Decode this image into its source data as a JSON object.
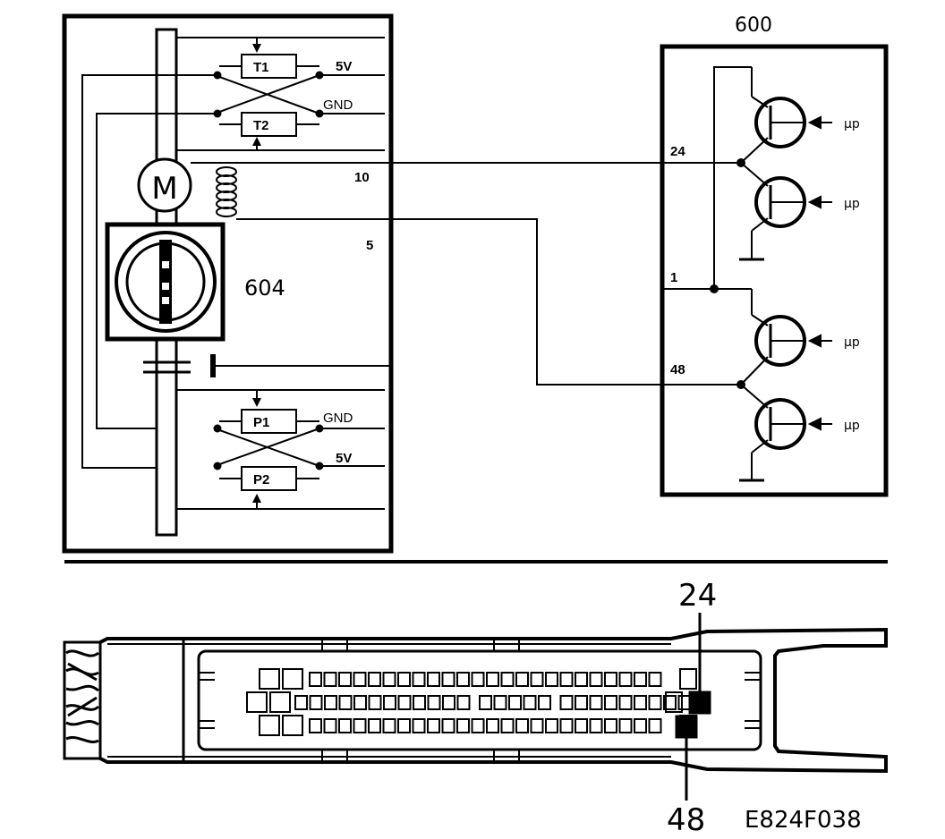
{
  "sensor_box": {
    "label": "604",
    "motor_letter": "M",
    "pin_a": "10",
    "pin_b": "5",
    "t1": "T1",
    "t2": "T2",
    "p1": "P1",
    "p2": "P2",
    "v5_top": "5V",
    "gnd_top": "GND",
    "gnd_bottom": "GND",
    "v5_bottom": "5V"
  },
  "ecu_box": {
    "label": "600",
    "pin_24": "24",
    "pin_1": "1",
    "pin_48": "48",
    "mu_labels": [
      "µp",
      "µp",
      "µp",
      "µp"
    ]
  },
  "connector": {
    "pin_top_label": "24",
    "pin_bottom_label": "48",
    "figure_code": "E824F038"
  },
  "colors": {
    "ink": "#000000",
    "paper": "#ffffff"
  }
}
